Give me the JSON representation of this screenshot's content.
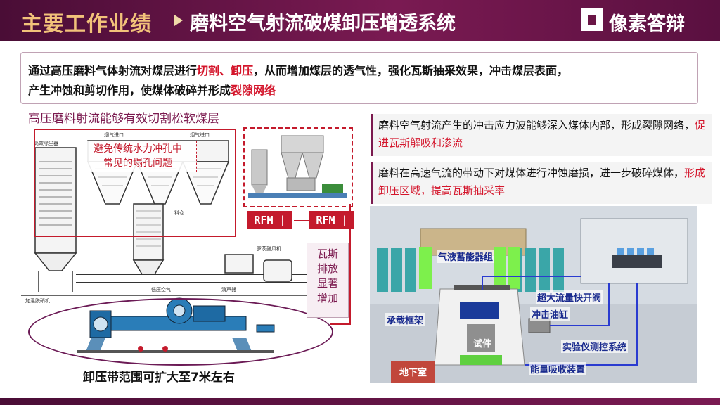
{
  "header": {
    "title": "主要工作业绩",
    "subtitle": "磨料空气射流破煤卸压增透系统",
    "logo_text": "像素答辩"
  },
  "intro": {
    "line1_a": "通过高压磨料气体射流对煤层进行",
    "line1_hl": "切割、卸压",
    "line1_b": "，从而增加煤层的透气性，强化瓦斯抽采效果，冲击煤层表面，",
    "line2_a": "产生冲蚀和剪切作用，使煤体破碎并形成",
    "line2_hl": "裂隙网络"
  },
  "left": {
    "caption_top": "高压磨料射流能够有效切割松软煤层",
    "callout_line1": "避免传统水力冲孔中",
    "callout_line2": "常见的塌孔问题",
    "rfm_left": "RFM",
    "rfm_right": "RFM",
    "gas_lines": [
      "瓦斯",
      "排放",
      "显著",
      "增加"
    ],
    "caption_bottom": "卸压带范围可扩大至7米左右",
    "diagram_labels": {
      "inlet_a": "烟气进口",
      "inlet_b": "烟气进口",
      "separator": "高效除尘器",
      "fan": "罗茨鼓风机",
      "muffler": "消声器",
      "air": "低压空气",
      "feeder": "料仓",
      "heat": "加温脱硝机"
    }
  },
  "notes": {
    "note1_a": "磨料空气射流产生的冲击应力波能够深入煤体内部，形成裂隙网络，",
    "note1_red": "促进瓦斯解吸和渗流",
    "note2_a": "磨料在高速气流的带动下对煤体进行冲蚀磨损，进一步破碎煤体，",
    "note2_red": "形成卸压区域，提高瓦斯抽采率"
  },
  "sim": {
    "label_accumulator": "气液蓄能器组",
    "label_valve": "超大流量快开阀",
    "label_frame": "承载框架",
    "label_cylinder": "冲击油缸",
    "label_sample": "试件",
    "label_control": "实验仪测控系统",
    "label_basement": "地下室",
    "label_absorber": "能量吸收装置"
  },
  "colors": {
    "brand": "#7a1a52",
    "accent_red": "#d4152b",
    "title_gold": "#f2c27a"
  }
}
